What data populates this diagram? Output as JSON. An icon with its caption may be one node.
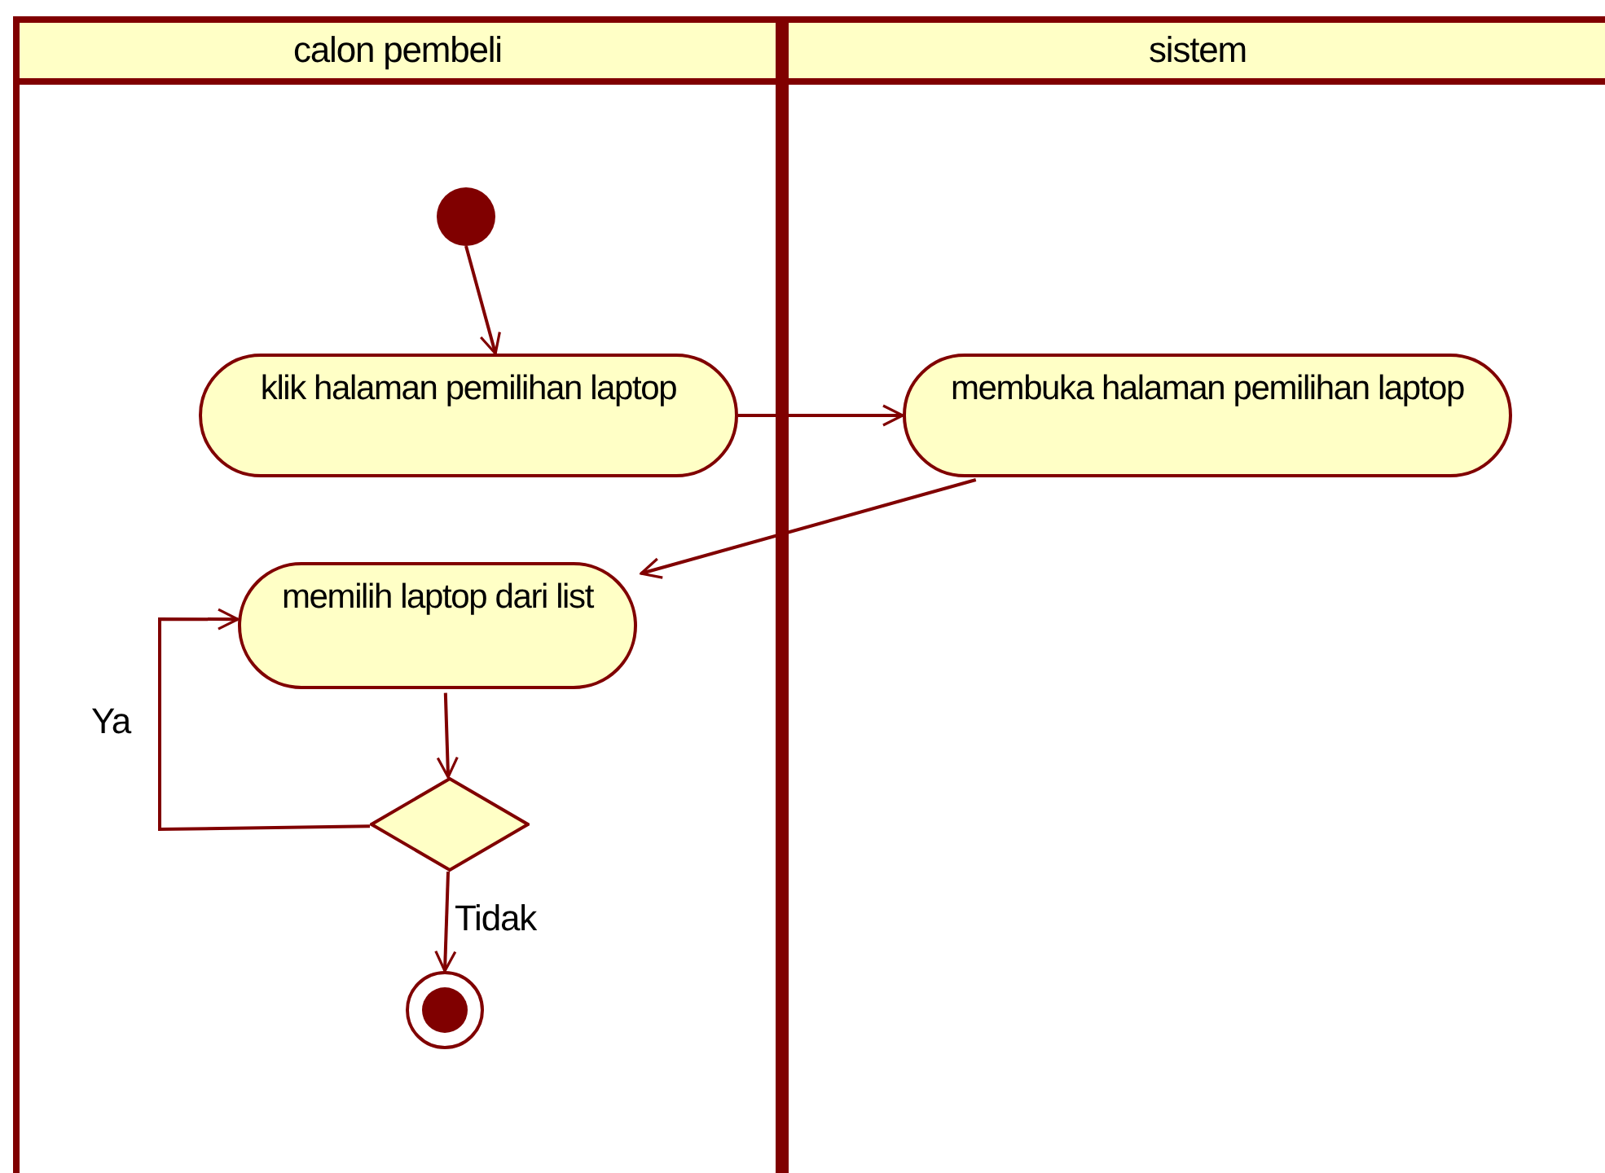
{
  "diagram": {
    "nodes": [
      {
        "text": [
          "calon pembeli"
        ]
      },
      {
        "text": [
          "sistem"
        ]
      },
      {
        "text": [],
        "shape": "circle",
        "in": 0
      },
      {
        "text": [
          "klik halaman pemilihan laptop"
        ],
        "in": 0
      },
      {
        "text": [
          "membuka halaman pemilihan laptop"
        ],
        "in": 1
      },
      {
        "text": [
          "memilih laptop dari list"
        ],
        "in": 0
      },
      {
        "text": [],
        "shape": "diamond",
        "in": 0
      },
      {
        "text": [],
        "shape": "circle",
        "in": 0
      }
    ],
    "edges": [
      {
        "from": 2,
        "to": 3,
        "arrow": "to"
      },
      {
        "from": 3,
        "to": 4,
        "arrow": "to"
      },
      {
        "from": 4,
        "to": 5,
        "arrow": "to"
      },
      {
        "from": 5,
        "to": 6,
        "arrow": "to"
      },
      {
        "from": 6,
        "to": 5,
        "arrow": "to",
        "label": "Ya"
      },
      {
        "from": 6,
        "to": 7,
        "arrow": "to",
        "label": "Tidak"
      }
    ]
  }
}
